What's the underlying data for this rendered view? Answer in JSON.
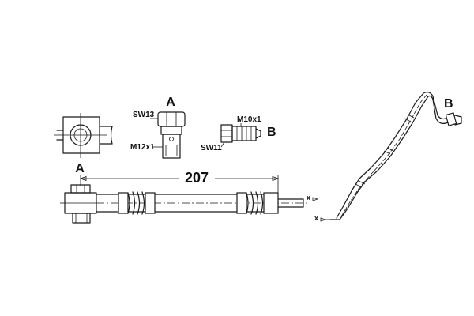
{
  "labels": {
    "view_a": "A",
    "view_b": "B",
    "dim_length": "207",
    "sw13": "SW13",
    "m12x1": "M12x1",
    "m10x1": "M10x1",
    "sw11": "SW11",
    "end_a": "A",
    "end_b": "B",
    "axis_x_main": "x",
    "axis_x_right": "x"
  }
}
